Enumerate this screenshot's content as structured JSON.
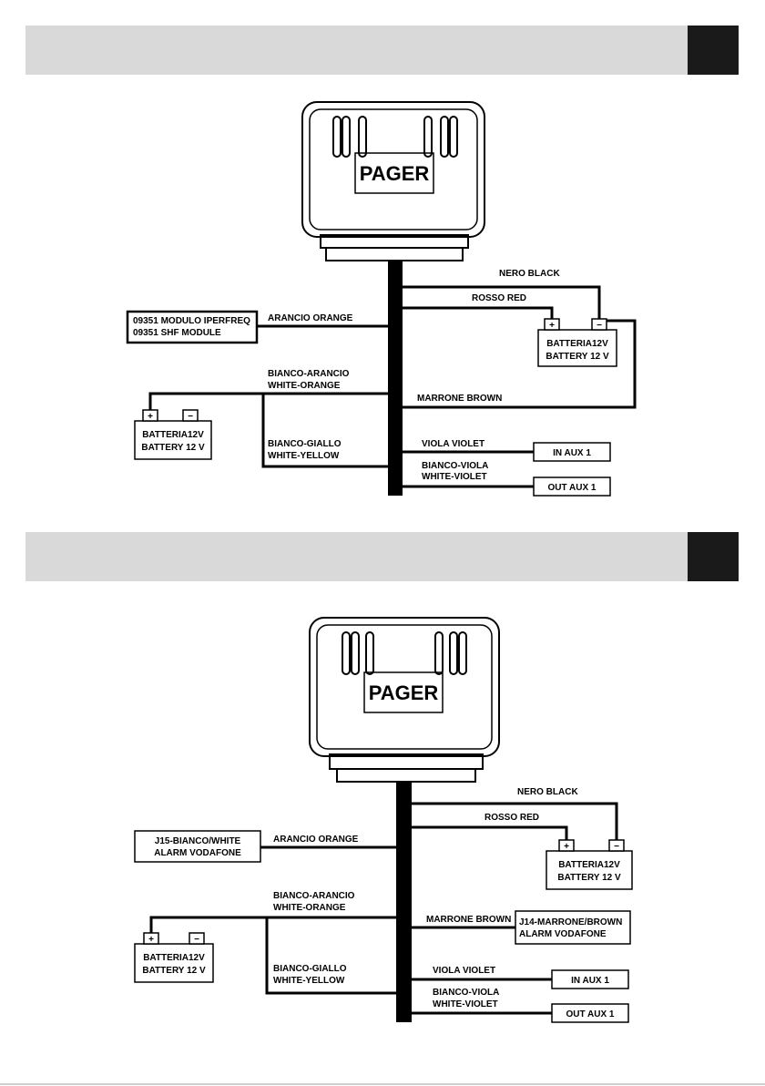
{
  "page": {
    "colors": {
      "header_bar": "#d9d9d9",
      "header_tab": "#1a1a1a",
      "wire": "#000000"
    }
  },
  "diagrams": [
    {
      "pager": "PAGER",
      "wire_black": "NERO BLACK",
      "wire_red": "ROSSO RED",
      "wire_orange": "ARANCIO ORANGE",
      "module_line1": "09351 MODULO IPERFREQ",
      "module_line2": "09351 SHF MODULE",
      "battery_right_line1": "BATTERIA12V",
      "battery_right_line2": "BATTERY 12 V",
      "wire_white_orange_1": "BIANCO-ARANCIO",
      "wire_white_orange_2": "WHITE-ORANGE",
      "wire_brown": "MARRONE BROWN",
      "battery_left_line1": "BATTERIA12V",
      "battery_left_line2": "BATTERY 12 V",
      "wire_white_yellow_1": "BIANCO-GIALLO",
      "wire_white_yellow_2": "WHITE-YELLOW",
      "wire_violet": "VIOLA VIOLET",
      "in_aux": "IN AUX 1",
      "wire_white_violet_1": "BIANCO-VIOLA",
      "wire_white_violet_2": "WHITE-VIOLET",
      "out_aux": "OUT AUX 1",
      "plus": "+",
      "minus": "−"
    },
    {
      "pager": "PAGER",
      "wire_black": "NERO BLACK",
      "wire_red": "ROSSO RED",
      "wire_orange": "ARANCIO ORANGE",
      "j15_line1": "J15-BIANCO/WHITE",
      "j15_line2": "ALARM VODAFONE",
      "battery_right_line1": "BATTERIA12V",
      "battery_right_line2": "BATTERY 12 V",
      "wire_white_orange_1": "BIANCO-ARANCIO",
      "wire_white_orange_2": "WHITE-ORANGE",
      "wire_brown": "MARRONE BROWN",
      "j14_line1": "J14-MARRONE/BROWN",
      "j14_line2": "ALARM VODAFONE",
      "battery_left_line1": "BATTERIA12V",
      "battery_left_line2": "BATTERY 12 V",
      "wire_white_yellow_1": "BIANCO-GIALLO",
      "wire_white_yellow_2": "WHITE-YELLOW",
      "wire_violet": "VIOLA VIOLET",
      "in_aux": "IN AUX 1",
      "wire_white_violet_1": "BIANCO-VIOLA",
      "wire_white_violet_2": "WHITE-VIOLET",
      "out_aux": "OUT AUX 1",
      "plus": "+",
      "minus": "−"
    }
  ]
}
